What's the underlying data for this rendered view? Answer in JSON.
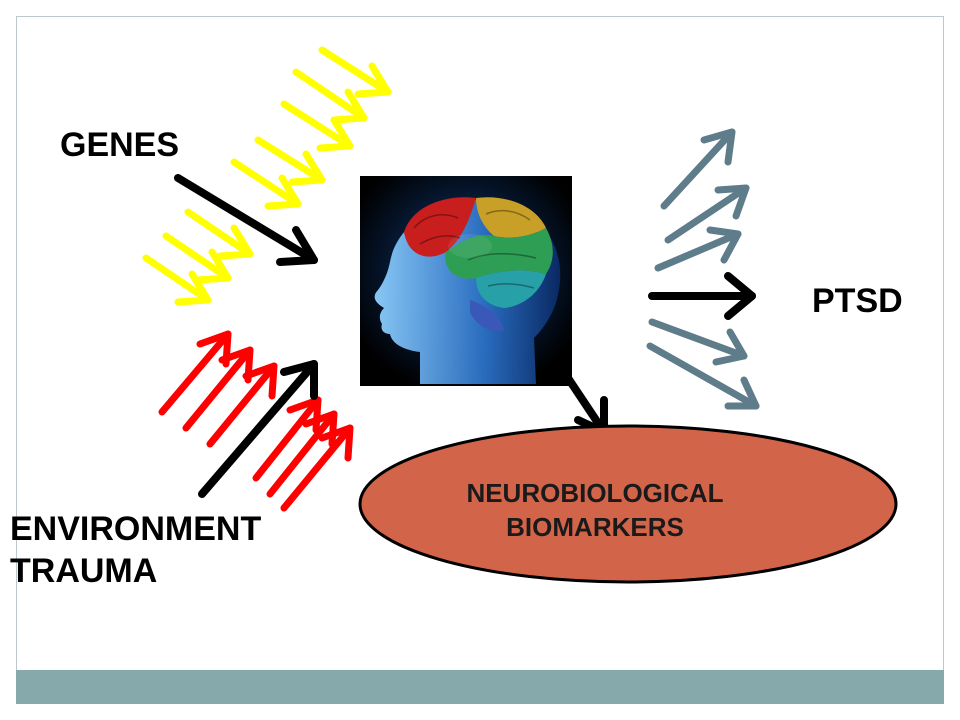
{
  "labels": {
    "genes": "GENES",
    "ptsd": "PTSD",
    "environment": "ENVIRONMENT",
    "trauma": "TRAUMA",
    "biomarkers_line1": "NEUROBIOLOGICAL",
    "biomarkers_line2": "BIOMARKERS"
  },
  "colors": {
    "gene_arrows": "#ffff00",
    "trauma_arrows": "#ff0000",
    "outcome_arrows": "#5e7c8a",
    "main_arrows": "#000000",
    "ellipse_fill": "#d2644a",
    "footer": "#86a9ab"
  },
  "image": {
    "icon": "brain-head-image"
  }
}
